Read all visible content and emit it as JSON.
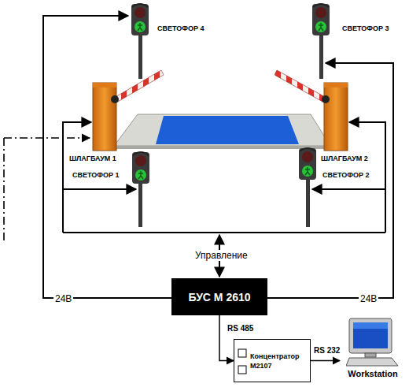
{
  "diagram": {
    "nodes": [
      {
        "text": [
          "БУС М 2610"
        ]
      },
      {
        "text": [
          "Концентратор М2107"
        ]
      },
      {
        "text": [
          "Workstation"
        ]
      }
    ],
    "edges": [
      {
        "from": 0,
        "to": 1,
        "arrow": "to",
        "label": "RS 485"
      },
      {
        "from": 1,
        "to": 2,
        "arrow": "to",
        "label": "RS 232"
      }
    ],
    "labels": [
      "СВЕТОФОР 4",
      "СВЕТОФОР 3",
      "ШЛАГБАУМ 1",
      "ШЛАГБАУМ 2",
      "СВЕТОФОР 1",
      "СВЕТОФОР 2",
      "Управление",
      "24В",
      "24В"
    ]
  }
}
